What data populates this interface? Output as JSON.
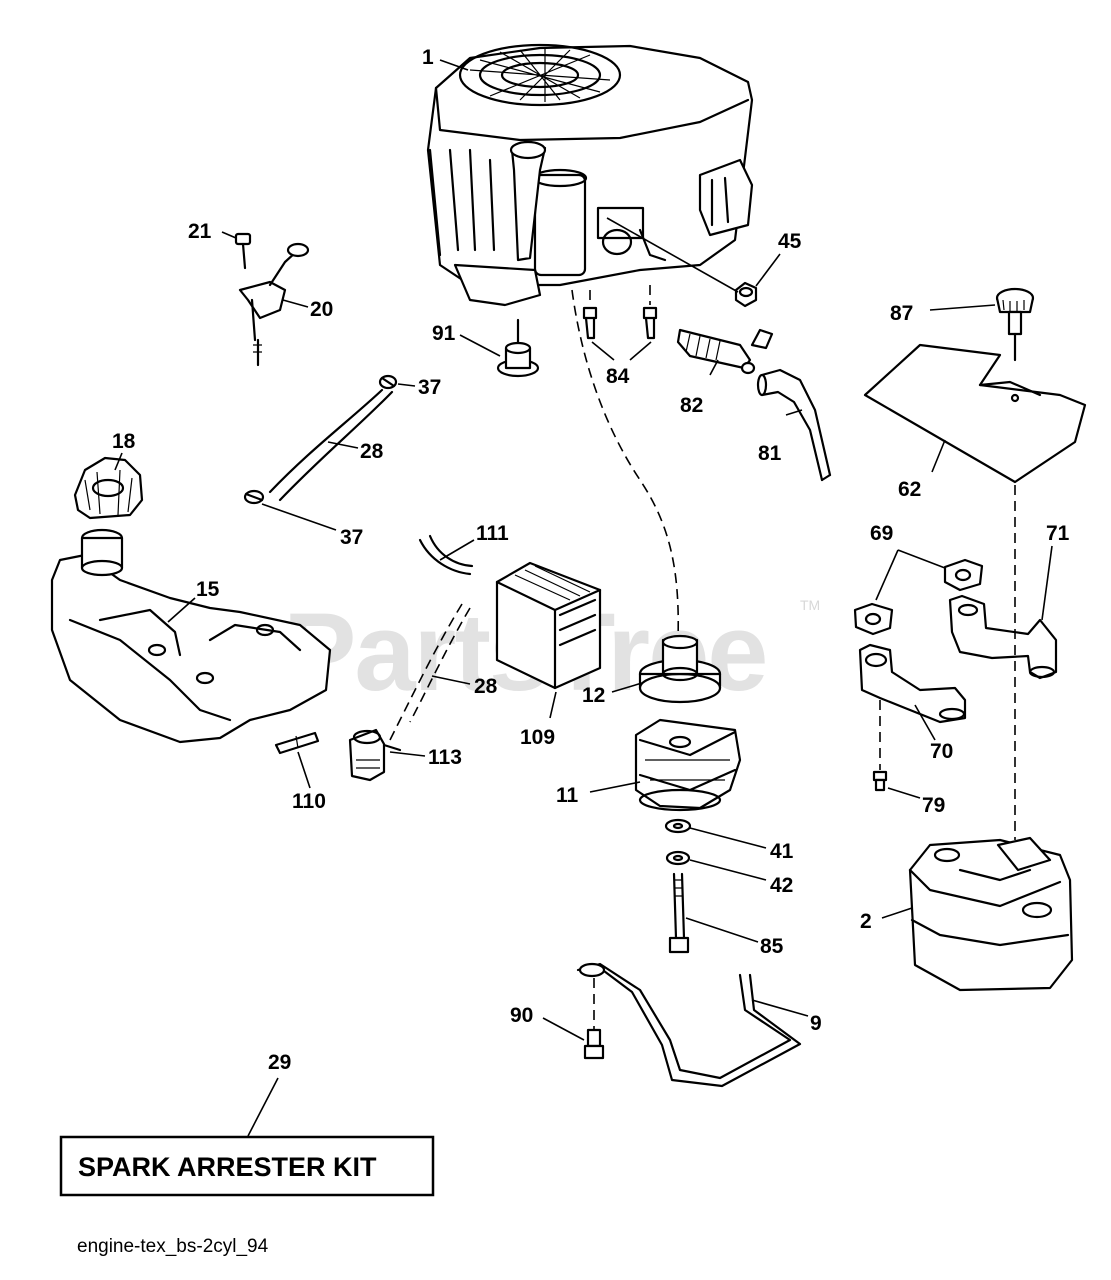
{
  "watermark": {
    "text": "PartsTree",
    "trademark": "TM"
  },
  "callouts": {
    "c1": "1",
    "c2": "2",
    "c9": "9",
    "c11": "11",
    "c12": "12",
    "c15": "15",
    "c18": "18",
    "c20": "20",
    "c21": "21",
    "c28a": "28",
    "c28b": "28",
    "c29": "29",
    "c37a": "37",
    "c37b": "37",
    "c41": "41",
    "c42": "42",
    "c45": "45",
    "c62": "62",
    "c69": "69",
    "c70": "70",
    "c71": "71",
    "c79": "79",
    "c81": "81",
    "c82": "82",
    "c84": "84",
    "c85": "85",
    "c87": "87",
    "c90": "90",
    "c91": "91",
    "c109": "109",
    "c110": "110",
    "c111": "111",
    "c113": "113"
  },
  "kit_box": {
    "label": "SPARK ARRESTER KIT"
  },
  "footer": {
    "code": "engine-tex_bs-2cyl_94"
  }
}
